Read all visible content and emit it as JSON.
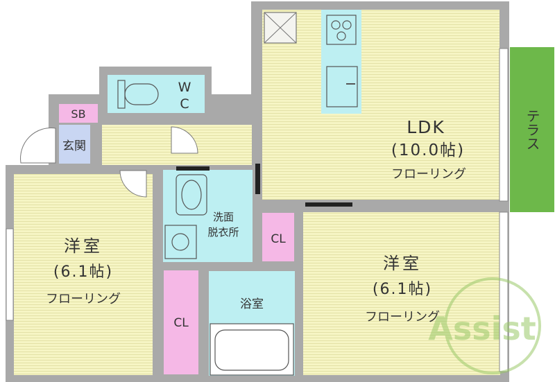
{
  "colors": {
    "wall": "#a9a9a9",
    "floor": "#f6f5c4",
    "floor_line": "#e3e1a6",
    "wet": "#bdeff2",
    "closet": "#f5b8e6",
    "terrace": "#6db84a",
    "entrance_tile": "#c9d6f2",
    "watermark": "#9bc96a"
  },
  "rooms": {
    "ldk": {
      "name": "LDK",
      "size": "(10.0帖)",
      "floor": "フローリング"
    },
    "western_left": {
      "name": "洋室",
      "size": "(6.1帖)",
      "floor": "フローリング"
    },
    "western_right": {
      "name": "洋室",
      "size": "(6.1帖)",
      "floor": "フローリング"
    },
    "wc": {
      "line1": "W",
      "line2": "C"
    },
    "sb": "SB",
    "entrance": "玄関",
    "washroom": {
      "line1": "洗面",
      "line2": "脱衣所"
    },
    "bathroom": "浴室",
    "closet_center": "CL",
    "closet_left": "CL",
    "terrace": "テラス"
  },
  "watermark": "Assist",
  "icons": [
    "stove-icon",
    "sink-icon",
    "toilet-icon",
    "washbasin-icon",
    "washing-machine-pan-icon",
    "bathtub-icon",
    "storage-x-icon"
  ]
}
